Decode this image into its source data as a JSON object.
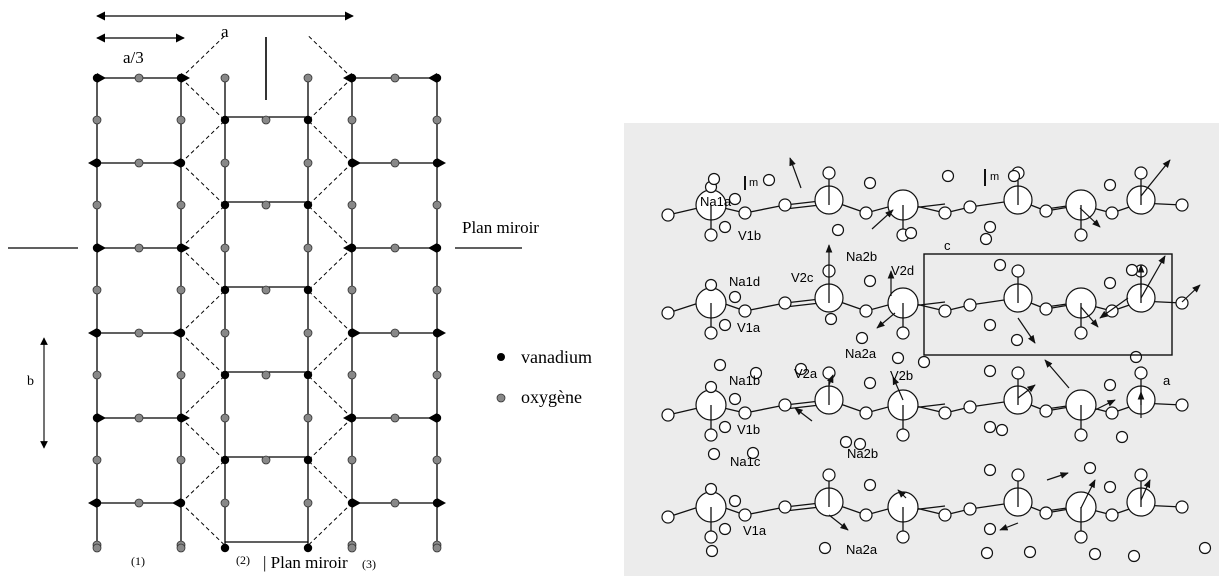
{
  "left_panel": {
    "dim_a": "a",
    "dim_a3": "a/3",
    "dim_b": "b",
    "mirror_label": "Plan miroir",
    "bottom_mirror_label": "| Plan miroir",
    "column_labels": [
      "(1)",
      "(2)",
      "(3)"
    ],
    "legend": [
      {
        "label": "vanadium",
        "color": "#000000"
      },
      {
        "label": "oxygène",
        "color": "#888888"
      }
    ]
  },
  "right_panel": {
    "atom_labels": [
      "Na1a",
      "V1b",
      "Na2b",
      "c",
      "V2c",
      "V2d",
      "Na1d",
      "V1a",
      "Na2a",
      "a",
      "Na1b",
      "V2a",
      "V2b",
      "V1b",
      "Na2b",
      "Na1c",
      "V1a",
      "Na2a"
    ],
    "mirror_marks": [
      "m",
      "m"
    ]
  }
}
